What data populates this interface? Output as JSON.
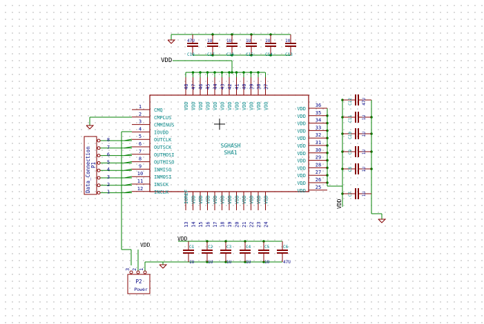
{
  "schematic": {
    "supply_net": "VDD",
    "colors": {
      "wire": "#008000",
      "body": "#840000",
      "text": "#000084",
      "pin_text": "#008484",
      "ref": "#840084",
      "background": "#ffffff",
      "grid": "#b9b9b9"
    },
    "chip": {
      "value": "SGHASH",
      "reference": "SHA1",
      "left_pins": [
        {
          "num": "1",
          "name": "CMQ"
        },
        {
          "num": "2",
          "name": "CMPLUS"
        },
        {
          "num": "3",
          "name": "CMMINUS"
        },
        {
          "num": "4",
          "name": "IOVDD"
        },
        {
          "num": "5",
          "name": "OUTCLK"
        },
        {
          "num": "6",
          "name": "OUTSCK"
        },
        {
          "num": "7",
          "name": "OUTMOSI"
        },
        {
          "num": "8",
          "name": "OUTMISO"
        },
        {
          "num": "9",
          "name": "INMISO"
        },
        {
          "num": "10",
          "name": "INMOSI"
        },
        {
          "num": "11",
          "name": "INSCK"
        },
        {
          "num": "12",
          "name": "INCLK"
        }
      ],
      "right_pins": [
        {
          "num": "36",
          "name": "VDD"
        },
        {
          "num": "35",
          "name": "VDD"
        },
        {
          "num": "34",
          "name": "VDD"
        },
        {
          "num": "33",
          "name": "VDD"
        },
        {
          "num": "32",
          "name": "VDD"
        },
        {
          "num": "31",
          "name": "VDD"
        },
        {
          "num": "30",
          "name": "VDD"
        },
        {
          "num": "29",
          "name": "VDD"
        },
        {
          "num": "28",
          "name": "VDD"
        },
        {
          "num": "27",
          "name": "VDD"
        },
        {
          "num": "26",
          "name": "VDD"
        },
        {
          "num": "25",
          "name": "VDD"
        }
      ],
      "top_pins": [
        {
          "num": "48",
          "name": "VDD"
        },
        {
          "num": "47",
          "name": "VDD"
        },
        {
          "num": "46",
          "name": "VDD"
        },
        {
          "num": "45",
          "name": "VDD"
        },
        {
          "num": "44",
          "name": "VDD"
        },
        {
          "num": "43",
          "name": "VDD"
        },
        {
          "num": "42",
          "name": "VDD"
        },
        {
          "num": "41",
          "name": "VDD"
        },
        {
          "num": "40",
          "name": "VDD"
        },
        {
          "num": "39",
          "name": "VDD"
        },
        {
          "num": "38",
          "name": "VDD"
        },
        {
          "num": "37",
          "name": "VDD"
        }
      ],
      "bottom_pins": [
        {
          "num": "13",
          "name": "IOREF"
        },
        {
          "num": "14",
          "name": "VDD"
        },
        {
          "num": "15",
          "name": "VDD"
        },
        {
          "num": "16",
          "name": "VDD"
        },
        {
          "num": "17",
          "name": "VDD"
        },
        {
          "num": "18",
          "name": "VDD"
        },
        {
          "num": "19",
          "name": "VDD"
        },
        {
          "num": "20",
          "name": "VDD"
        },
        {
          "num": "21",
          "name": "VDD"
        },
        {
          "num": "22",
          "name": "VDD"
        },
        {
          "num": "23",
          "name": "VDD"
        },
        {
          "num": "24",
          "name": "VDD"
        }
      ]
    },
    "top_caps": [
      {
        "ref": "C18",
        "value": "47U"
      },
      {
        "ref": "C17",
        "value": "1U"
      },
      {
        "ref": "C16",
        "value": "1U"
      },
      {
        "ref": "C15",
        "value": "1U"
      },
      {
        "ref": "C14",
        "value": "1U"
      },
      {
        "ref": "C13",
        "value": "1U"
      }
    ],
    "right_caps": [
      {
        "ref": "C12",
        "value": "47U"
      },
      {
        "ref": "C11",
        "value": "1U"
      },
      {
        "ref": "C10",
        "value": "1U"
      },
      {
        "ref": "C9",
        "value": "1U"
      },
      {
        "ref": "C8",
        "value": "1U"
      },
      {
        "ref": "C7",
        "value": "1U"
      }
    ],
    "bottom_caps": [
      {
        "ref": "C1",
        "value": "1U"
      },
      {
        "ref": "C2",
        "value": "1U"
      },
      {
        "ref": "C3",
        "value": "1U"
      },
      {
        "ref": "C4",
        "value": "1U"
      },
      {
        "ref": "C5",
        "value": "1U"
      },
      {
        "ref": "C6",
        "value": "47U"
      }
    ],
    "data_connector": {
      "reference": "P1",
      "value": "Data_Connection",
      "pins": [
        "8",
        "7",
        "6",
        "5",
        "4",
        "3",
        "2",
        "1"
      ]
    },
    "power_connector": {
      "reference": "P2",
      "value": "Power",
      "pins": [
        "3",
        "2",
        "1"
      ]
    }
  }
}
